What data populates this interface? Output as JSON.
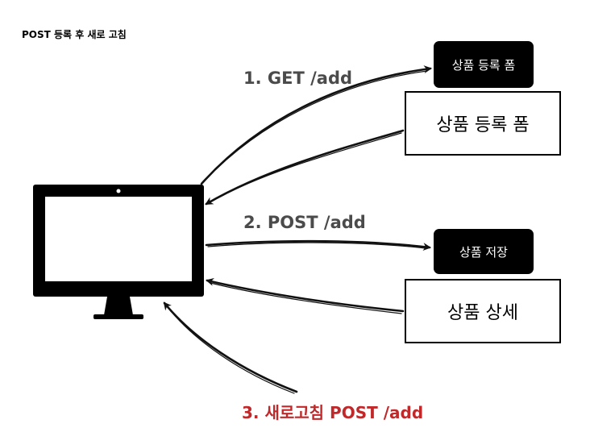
{
  "title": "POST 등록 후 새로 고침",
  "steps": {
    "step1": "1. GET /add",
    "step2": "2. POST /add",
    "step3": "3. 새로고침 POST /add"
  },
  "server": {
    "form_tab": "상품 등록 폼",
    "form_page": "상품 등록 폼",
    "save_tab": "상품 저장",
    "detail_page": "상품 상세"
  },
  "colors": {
    "arrow": "#111111",
    "label_gray": "#4b4b4b",
    "highlight_red": "#c0282a"
  }
}
